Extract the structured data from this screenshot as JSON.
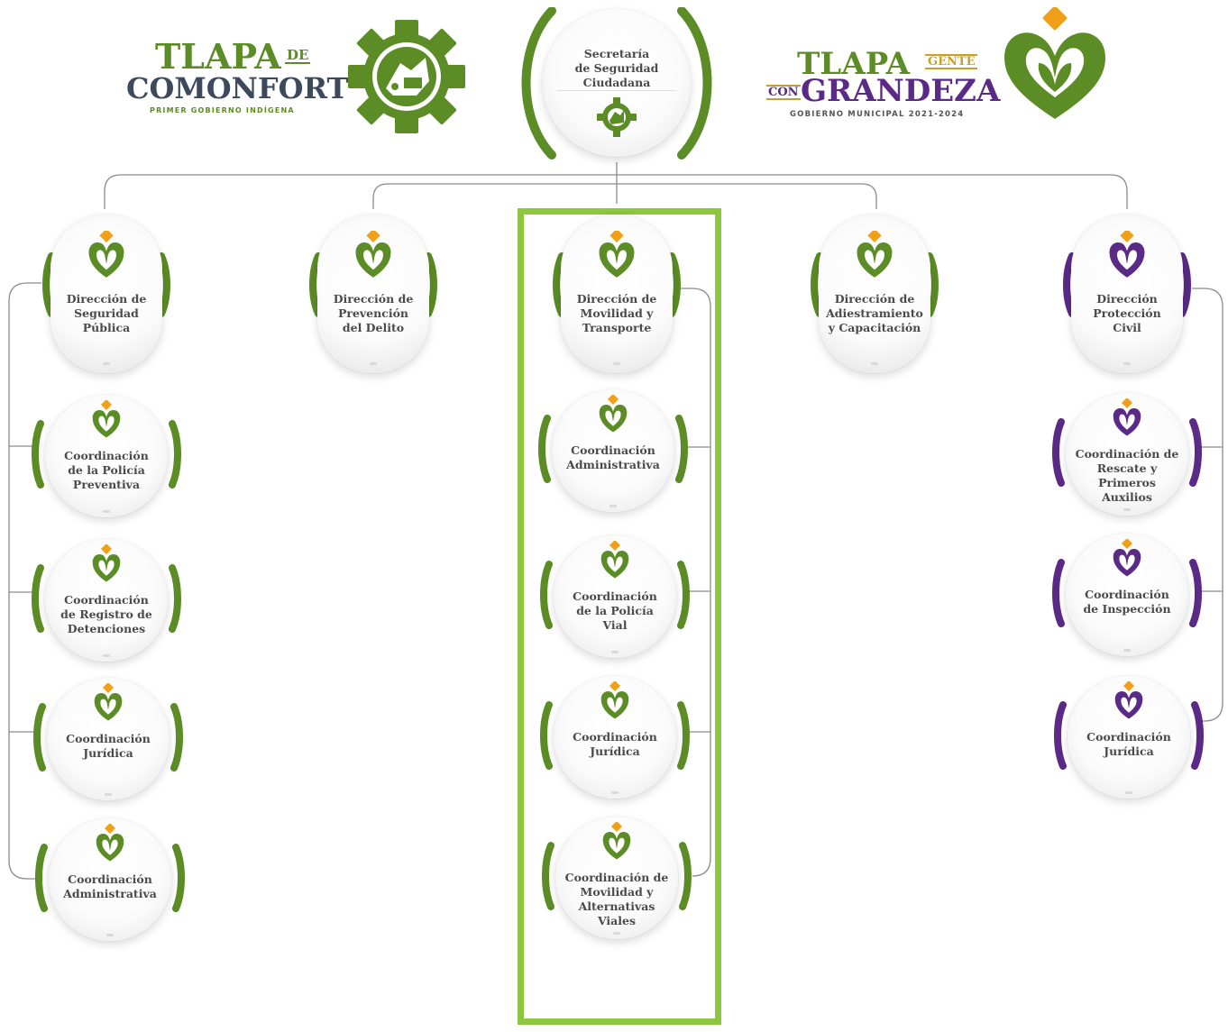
{
  "header": {
    "left_logo": {
      "line1": "TLAPA",
      "line1_small": "DE",
      "line2": "COMONFORT",
      "tagline": "PRIMER GOBIERNO INDÍGENA"
    },
    "right_logo": {
      "line1": "TLAPA",
      "line1_small": "GENTE",
      "line2_small": "CON",
      "line2": "GRANDEZA",
      "tagline": "GOBIERNO MUNICIPAL 2021-2024"
    }
  },
  "top_node": {
    "label": "Secretaría\nde Seguridad\nCiudadana"
  },
  "columns": [
    {
      "accent": "#5b8c25",
      "direccion": "Dirección de\nSeguridad\nPública",
      "coordinaciones": [
        "Coordinación\nde la Policía\nPreventiva",
        "Coordinación\nde Registro de\nDetenciones",
        "Coordinación\nJurídica",
        "Coordinación\nAdministrativa"
      ]
    },
    {
      "accent": "#5b8c25",
      "direccion": "Dirección de\nPrevención\ndel Delito",
      "coordinaciones": []
    },
    {
      "accent": "#5b8c25",
      "direccion": "Dirección de\nMovilidad y\nTransporte",
      "coordinaciones": [
        "Coordinación\nAdministrativa",
        "Coordinación\nde la Policía\nVial",
        "Coordinación\nJurídica",
        "Coordinación de\nMovilidad y\nAlternativas\nViales"
      ]
    },
    {
      "accent": "#5b8c25",
      "direccion": "Dirección de\nAdiestramiento\ny Capacitación",
      "coordinaciones": []
    },
    {
      "accent": "#5a2a86",
      "direccion": "Dirección\nProtección\nCivil",
      "coordinaciones": [
        "Coordinación de\nRescate y\nPrimeros\nAuxilios",
        "Coordinación\nde Inspección",
        "Coordinación\nJurídica"
      ]
    }
  ],
  "colors": {
    "green": "#5b8c25",
    "purple": "#5a2a86",
    "orange": "#f0a018",
    "highlight": "#8dc63f",
    "comonfort_blue": "#3d4a5c"
  }
}
